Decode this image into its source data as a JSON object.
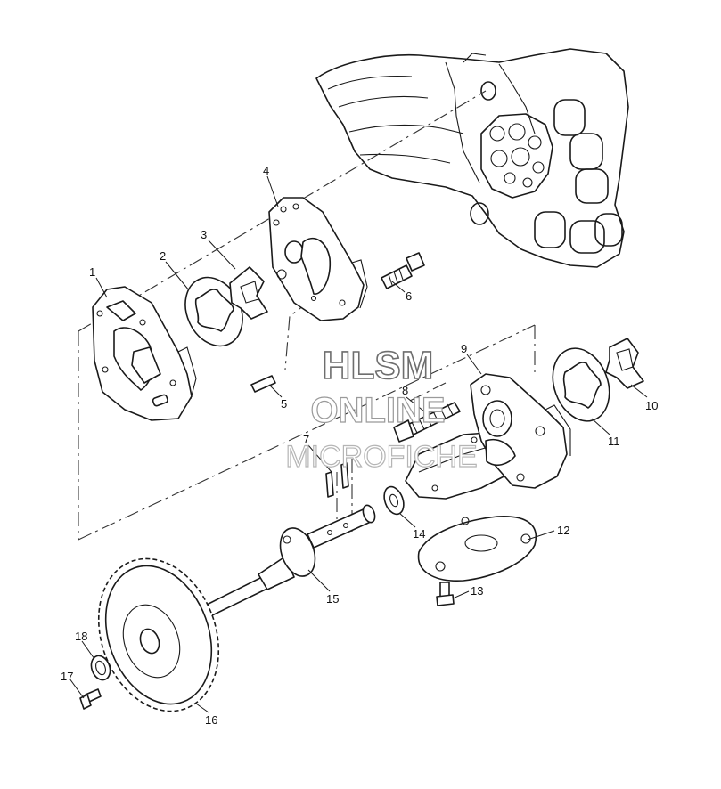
{
  "diagram": {
    "callouts": [
      {
        "id": "1",
        "label": "1"
      },
      {
        "id": "2",
        "label": "2"
      },
      {
        "id": "3",
        "label": "3"
      },
      {
        "id": "4",
        "label": "4"
      },
      {
        "id": "5",
        "label": "5"
      },
      {
        "id": "6",
        "label": "6"
      },
      {
        "id": "7",
        "label": "7"
      },
      {
        "id": "8",
        "label": "8"
      },
      {
        "id": "9",
        "label": "9"
      },
      {
        "id": "10",
        "label": "10"
      },
      {
        "id": "11",
        "label": "11"
      },
      {
        "id": "12",
        "label": "12"
      },
      {
        "id": "13",
        "label": "13"
      },
      {
        "id": "14",
        "label": "14"
      },
      {
        "id": "15",
        "label": "15"
      },
      {
        "id": "16",
        "label": "16"
      },
      {
        "id": "17",
        "label": "17"
      },
      {
        "id": "18",
        "label": "18"
      }
    ]
  },
  "watermark": {
    "line1": "HLSM",
    "line2": "ONLINE",
    "line3": "MICROFICHE"
  }
}
